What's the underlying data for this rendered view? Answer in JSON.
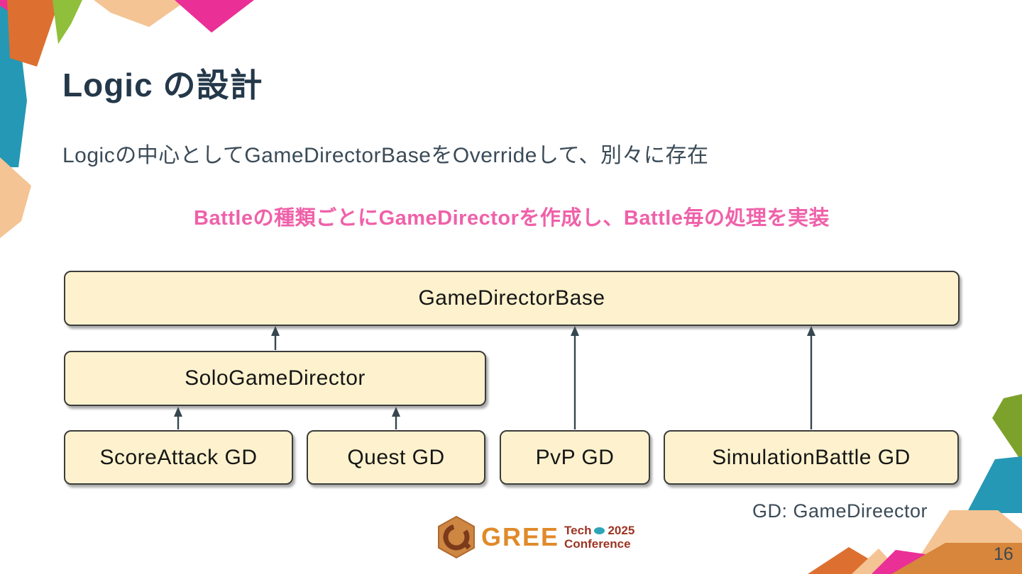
{
  "slide": {
    "title": "Logic の設計",
    "body_line": "Logicの中心としてGameDirectorBaseをOverrideして、別々に存在",
    "emphasis_line": "Battleの種類ごとにGameDirectorを作成し、Battle毎の処理を実装",
    "abbreviation_note": "GD: GameDireector",
    "page_number": "16"
  },
  "diagram": {
    "type": "class-hierarchy",
    "nodes": [
      {
        "id": "gdb",
        "label": "GameDirectorBase"
      },
      {
        "id": "solo",
        "label": "SoloGameDirector"
      },
      {
        "id": "score",
        "label": "ScoreAttack GD"
      },
      {
        "id": "quest",
        "label": "Quest GD"
      },
      {
        "id": "pvp",
        "label": "PvP GD"
      },
      {
        "id": "sim",
        "label": "SimulationBattle GD"
      }
    ],
    "edges": [
      {
        "from": "SoloGameDirector",
        "to": "GameDirectorBase"
      },
      {
        "from": "ScoreAttack GD",
        "to": "SoloGameDirector"
      },
      {
        "from": "Quest GD",
        "to": "SoloGameDirector"
      },
      {
        "from": "PvP GD",
        "to": "GameDirectorBase"
      },
      {
        "from": "SimulationBattle GD",
        "to": "GameDirectorBase"
      }
    ]
  },
  "logo": {
    "brand": "GREE",
    "tagline_top": "Tech",
    "year": "2025",
    "tagline_bottom": "Conference"
  },
  "colors": {
    "background": "#ffffff",
    "title_text": "#24384a",
    "body_text": "#3b4b57",
    "emphasis_pink": "#ef61a9",
    "box_fill": "#fdf2cd",
    "box_border": "#3c3c3c",
    "arrow": "#36474f",
    "deco_teal": "#2598b5",
    "deco_orange": "#dd7030",
    "deco_green": "#90bf3b",
    "deco_olive": "#7da22c",
    "deco_peach": "#f4c494",
    "deco_magenta": "#ea2f96",
    "deco_brown": "#d8863c",
    "logo_orange": "#e08a2a",
    "logo_red": "#9c3422",
    "logo_badge_teal": "#2da4b8"
  }
}
